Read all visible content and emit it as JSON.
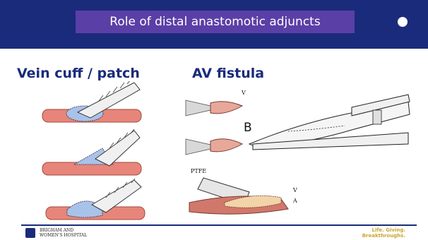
{
  "slide": {
    "title": "Role of distal anastomotic adjuncts",
    "left_heading": "Vein cuff / patch",
    "right_heading": "AV fistula"
  },
  "figure_labels": {
    "v_top": "V",
    "b_label": "B",
    "ptfe": "PTFE",
    "v_bottom": "V",
    "a_bottom": "A"
  },
  "footer": {
    "hospital_line1": "BRIGHAM AND",
    "hospital_line2": "WOMEN'S HOSPITAL",
    "tagline_line1": "Life. Giving.",
    "tagline_line2": "Breakthroughs."
  },
  "colors": {
    "header_bg": "#1a2b7c",
    "title_bar": "#5a3fa6",
    "artery": "#e7857a",
    "vein_cuff": "#a9c2ea",
    "tagline": "#c8a52f"
  }
}
